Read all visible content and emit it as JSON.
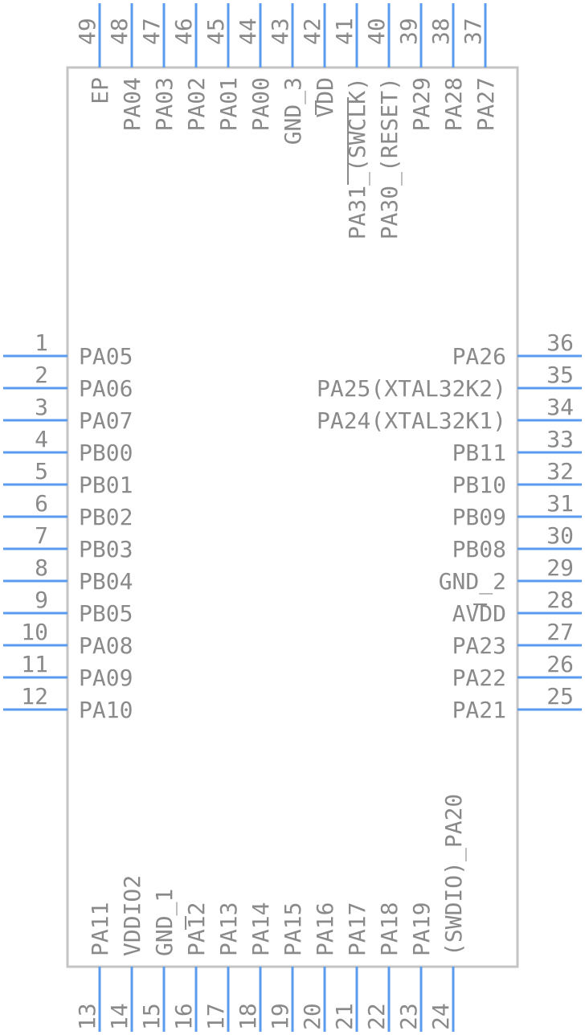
{
  "left_pins": [
    {
      "num": "1",
      "label": "PA05"
    },
    {
      "num": "2",
      "label": "PA06"
    },
    {
      "num": "3",
      "label": "PA07"
    },
    {
      "num": "4",
      "label": "PB00"
    },
    {
      "num": "5",
      "label": "PB01"
    },
    {
      "num": "6",
      "label": "PB02"
    },
    {
      "num": "7",
      "label": "PB03"
    },
    {
      "num": "8",
      "label": "PB04"
    },
    {
      "num": "9",
      "label": "PB05"
    },
    {
      "num": "10",
      "label": "PA08"
    },
    {
      "num": "11",
      "label": "PA09"
    },
    {
      "num": "12",
      "label": "PA10"
    }
  ],
  "right_pins": [
    {
      "num": "36",
      "label": "PA26"
    },
    {
      "num": "35",
      "label": "PA25(XTAL32K2)"
    },
    {
      "num": "34",
      "label": "PA24(XTAL32K1)"
    },
    {
      "num": "33",
      "label": "PB11"
    },
    {
      "num": "32",
      "label": "PB10"
    },
    {
      "num": "31",
      "label": "PB09"
    },
    {
      "num": "30",
      "label": "PB08"
    },
    {
      "num": "29",
      "label": "GND_2"
    },
    {
      "num": "28",
      "label": "AVDD"
    },
    {
      "num": "27",
      "label": "PA23"
    },
    {
      "num": "26",
      "label": "PA22"
    },
    {
      "num": "25",
      "label": "PA21"
    }
  ],
  "bottom_pins": [
    {
      "num": "13",
      "label": "PA11"
    },
    {
      "num": "14",
      "label": "VDDIO2"
    },
    {
      "num": "15",
      "label": "GND_1"
    },
    {
      "num": "16",
      "label": "PA12"
    },
    {
      "num": "17",
      "label": "PA13"
    },
    {
      "num": "18",
      "label": "PA14"
    },
    {
      "num": "19",
      "label": "PA15"
    },
    {
      "num": "20",
      "label": "PA16"
    },
    {
      "num": "21",
      "label": "PA17"
    },
    {
      "num": "22",
      "label": "PA18"
    },
    {
      "num": "23",
      "label": "PA19"
    },
    {
      "num": "24",
      "label": "(SWDIO)_PA20"
    }
  ],
  "top_pins": [
    {
      "num": "49",
      "label": "EP"
    },
    {
      "num": "48",
      "label": "PA04"
    },
    {
      "num": "47",
      "label": "PA03"
    },
    {
      "num": "46",
      "label": "PA02"
    },
    {
      "num": "45",
      "label": "PA01"
    },
    {
      "num": "44",
      "label": "PA00"
    },
    {
      "num": "43",
      "label": "GND_3"
    },
    {
      "num": "42",
      "label": "VDD"
    },
    {
      "num": "41",
      "label": "PA31_(SWCLK)"
    },
    {
      "num": "40",
      "label": "PA30_(RESET)"
    },
    {
      "num": "39",
      "label": "PA29"
    },
    {
      "num": "38",
      "label": "PA28"
    },
    {
      "num": "37",
      "label": "PA27"
    }
  ],
  "colors": {
    "pin": "#5b9bf0",
    "body_outline": "#c4c4c4",
    "text": "#8a8a8a"
  }
}
